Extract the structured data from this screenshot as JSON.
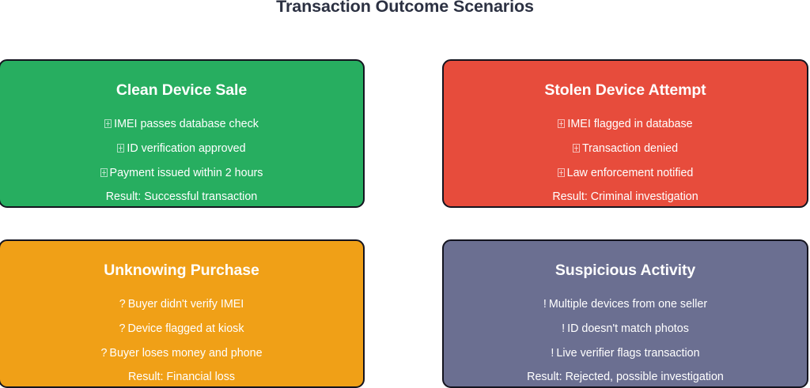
{
  "page": {
    "title": "Transaction Outcome Scenarios",
    "background": "#ffffff",
    "title_color": "#2c3142"
  },
  "cards": [
    {
      "id": "clean-device-sale",
      "title": "Clean Device Sale",
      "color": "#27ae60",
      "border_color": "#14141f",
      "bullet_icon": "missing-glyph-box",
      "lines": [
        "IMEI passes database check",
        "ID verification approved",
        "Payment issued within 2 hours"
      ],
      "result": "Result: Successful transaction"
    },
    {
      "id": "stolen-device-attempt",
      "title": "Stolen Device Attempt",
      "color": "#e74c3c",
      "border_color": "#14141f",
      "bullet_icon": "missing-glyph-box",
      "lines": [
        "IMEI flagged in database",
        "Transaction denied",
        "Law enforcement notified"
      ],
      "result": "Result: Criminal investigation"
    },
    {
      "id": "unknowing-purchase",
      "title": "Unknowing Purchase",
      "color": "#f0a017",
      "border_color": "#14141f",
      "bullet_icon": "question-mark",
      "bullet_char": "?",
      "lines": [
        "Buyer didn't verify IMEI",
        "Device flagged at kiosk",
        "Buyer loses money and phone"
      ],
      "result": "Result: Financial loss"
    },
    {
      "id": "suspicious-activity",
      "title": "Suspicious Activity",
      "color": "#6b6f91",
      "border_color": "#14141f",
      "bullet_icon": "exclamation-mark",
      "bullet_char": "!",
      "lines": [
        "Multiple devices from one seller",
        "ID doesn't match photos",
        "Live verifier flags transaction"
      ],
      "result": "Result: Rejected, possible investigation"
    }
  ]
}
